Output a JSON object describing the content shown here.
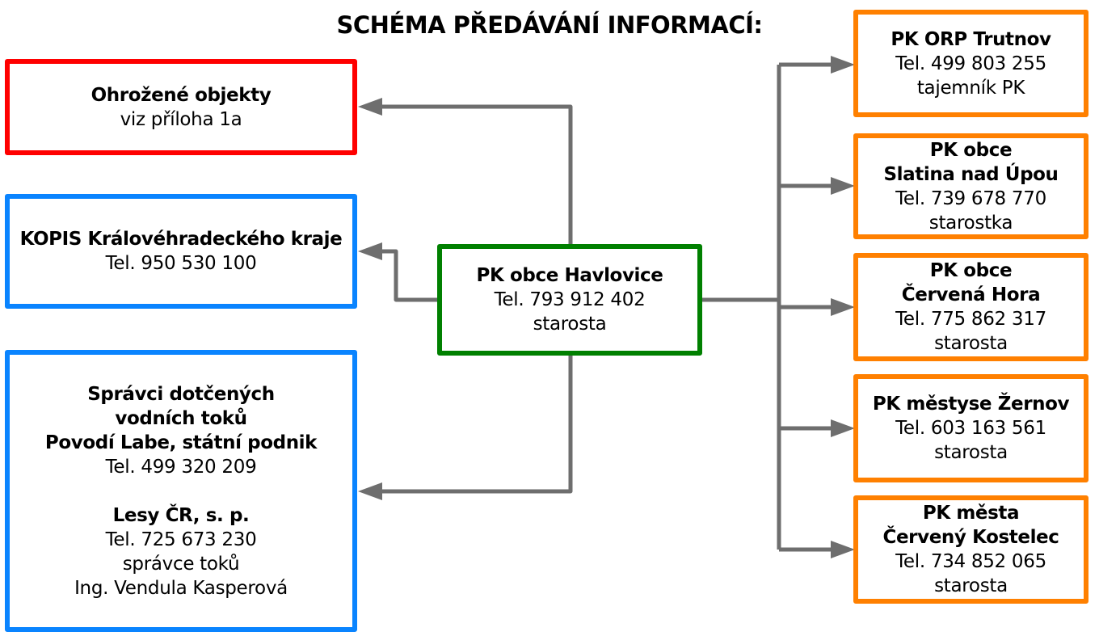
{
  "title": "SCHÉMA PŘEDÁVÁNÍ INFORMACÍ:",
  "colors": {
    "threatened": "#ff0000",
    "authority": "#0a84ff",
    "source": "#008000",
    "recipient": "#ff8000",
    "connector": "#6e6e6e"
  },
  "center": {
    "name": "PK obce Havlovice",
    "phone": "Tel. 793 912 402",
    "role": "starosta"
  },
  "left": {
    "threatened": {
      "name": "Ohrožené objekty",
      "note": "viz příloha 1a"
    },
    "kopis": {
      "name": "KOPIS Královéhradeckého kraje",
      "phone": "Tel. 950 530 100"
    },
    "water": {
      "heading1": "Správci dotčených",
      "heading2": "vodních toků",
      "org1": "Povodí Labe, státní podnik",
      "phone1": "Tel. 499 320 209",
      "org2": "Lesy ČR, s. p.",
      "phone2": "Tel. 725 673 230",
      "role2": "správce toků",
      "person2": "Ing. Vendula Kasperová"
    }
  },
  "right": [
    {
      "name1": "PK ORP Trutnov",
      "name2": "",
      "phone": "Tel. 499 803 255",
      "role": "tajemník PK"
    },
    {
      "name1": "PK obce",
      "name2": "Slatina nad Úpou",
      "phone": "Tel. 739 678 770",
      "role": "starostka"
    },
    {
      "name1": "PK obce",
      "name2": "Červená Hora",
      "phone": "Tel. 775 862 317",
      "role": "starosta"
    },
    {
      "name1": "PK městyse Žernov",
      "name2": "",
      "phone": "Tel. 603 163 561",
      "role": "starosta"
    },
    {
      "name1": "PK města",
      "name2": "Červený Kostelec",
      "phone": "Tel. 734 852 065",
      "role": "starosta"
    }
  ]
}
